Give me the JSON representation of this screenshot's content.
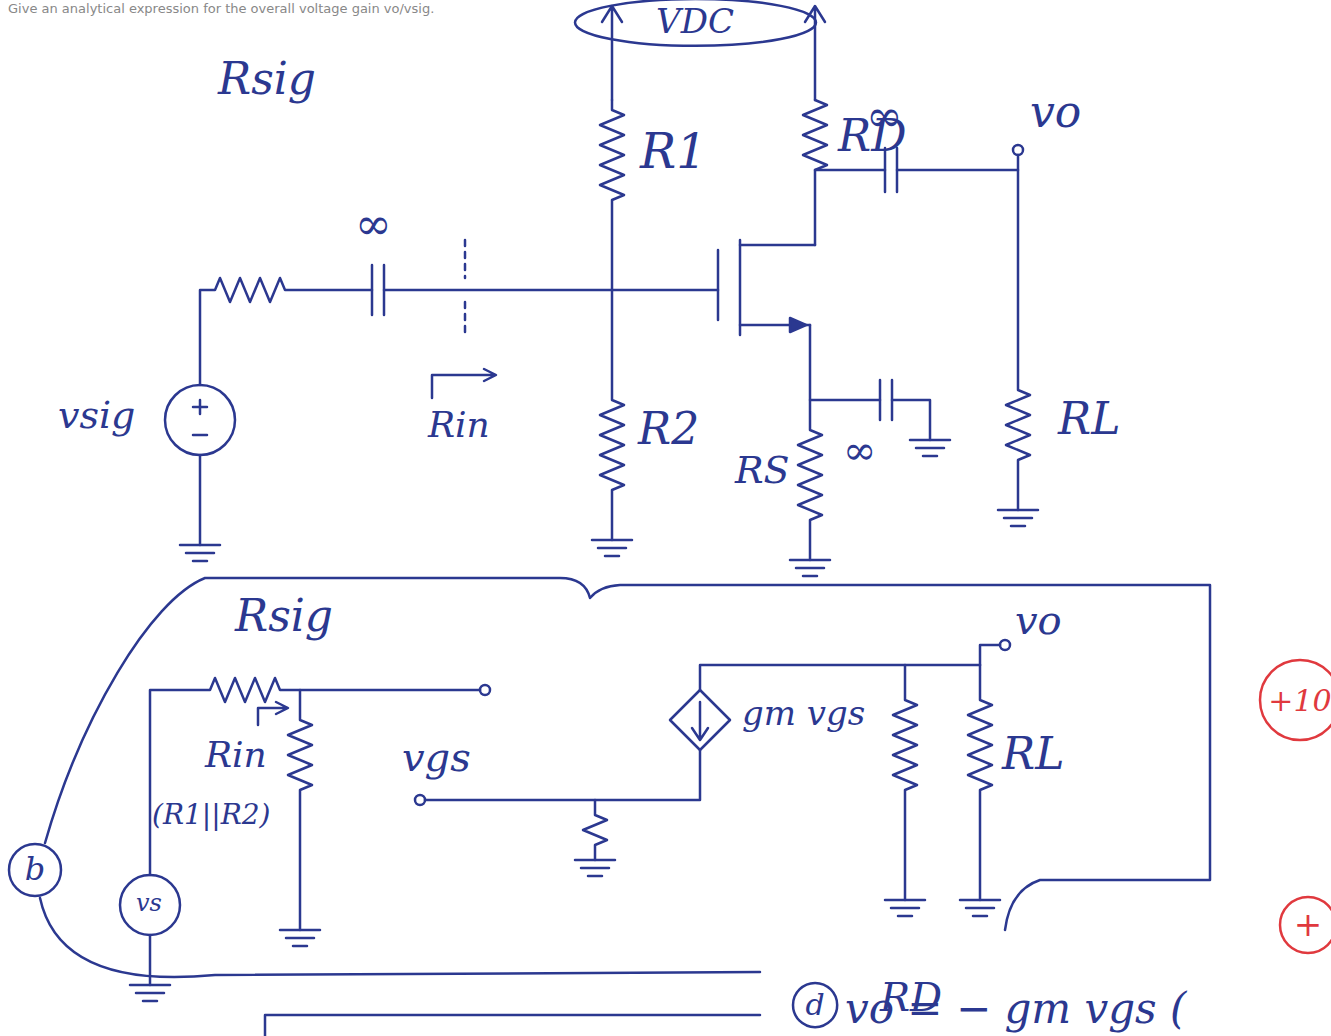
{
  "diagram": {
    "nodes": [
      {
        "text": [
          "VDC"
        ]
      },
      {
        "text": [
          "b"
        ]
      },
      {
        "text": [
          "+10"
        ]
      },
      {
        "text": [
          "+"
        ]
      },
      {
        "text": [
          "d"
        ]
      }
    ],
    "labels": [
      "Give an analytical expression for the overall voltage gain vo/vsig.",
      "R1",
      "RD",
      "Rsig",
      "∞",
      "∞",
      "vo",
      "Rin",
      "R2",
      "RS",
      "∞",
      "RL",
      "vsig",
      "Rsig",
      "Rin",
      "(R1||R2)",
      "vs",
      "vgs",
      "gm vgs",
      "RD",
      "RL",
      "vo",
      "vo = − gm vgs ("
    ]
  }
}
